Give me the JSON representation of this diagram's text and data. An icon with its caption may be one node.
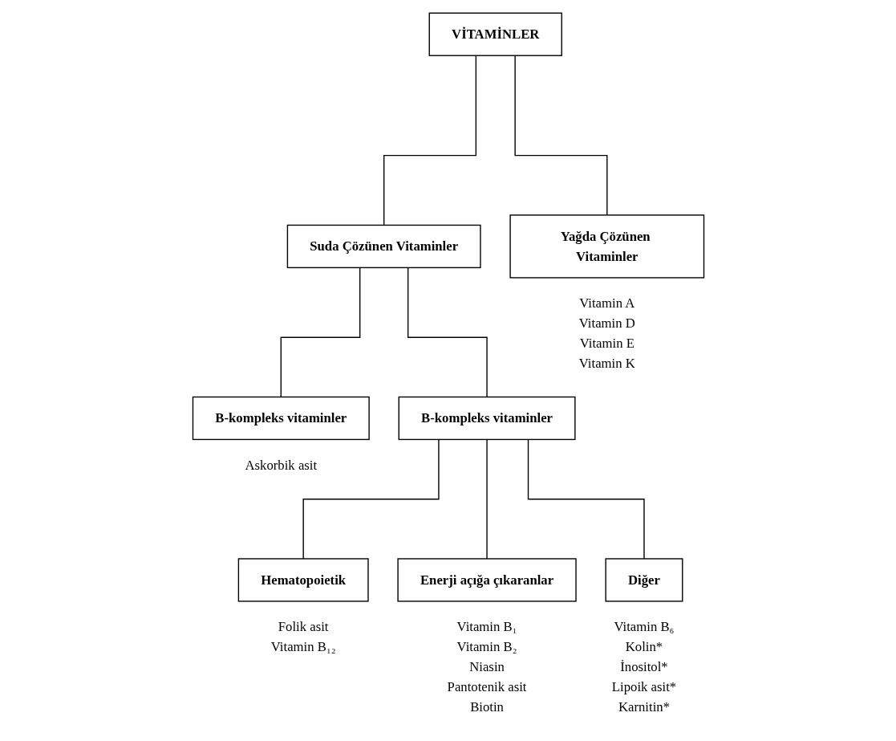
{
  "diagram": {
    "nodes": [
      {
        "text": [
          "VİTAMİNLER"
        ]
      },
      {
        "text": [
          "Suda Çözünen Vitaminler"
        ]
      },
      {
        "text": [
          "Yağda Çözünen Vitaminler"
        ],
        "beside": [
          "Vitamin A",
          "Vitamin D",
          "Vitamin E",
          "Vitamin K"
        ]
      },
      {
        "text": [
          "B-kompleks vitaminler"
        ],
        "beside": [
          "Askorbik asit"
        ]
      },
      {
        "text": [
          "B-kompleks vitaminler"
        ]
      },
      {
        "text": [
          "Hematopoietik"
        ],
        "beside": [
          "Folik asit",
          "Vitamin B₁₂"
        ]
      },
      {
        "text": [
          "Enerji açığa çıkaranlar"
        ],
        "beside": [
          "Vitamin B₁",
          "Vitamin B₂",
          "Niasin",
          "Pantotenik asit",
          "Biotin"
        ]
      },
      {
        "text": [
          "Diğer"
        ],
        "beside": [
          "Vitamin B₆",
          "Kolin*",
          "İnositol*",
          "Lipoik asit*",
          "Karnitin*"
        ]
      }
    ],
    "edges": [
      {
        "from": 0,
        "to": 1,
        "arrow": "none"
      },
      {
        "from": 0,
        "to": 2,
        "arrow": "none"
      },
      {
        "from": 1,
        "to": 3,
        "arrow": "none"
      },
      {
        "from": 1,
        "to": 4,
        "arrow": "none"
      },
      {
        "from": 4,
        "to": 5,
        "arrow": "none"
      },
      {
        "from": 4,
        "to": 6,
        "arrow": "none"
      },
      {
        "from": 4,
        "to": 7,
        "arrow": "none"
      }
    ]
  }
}
